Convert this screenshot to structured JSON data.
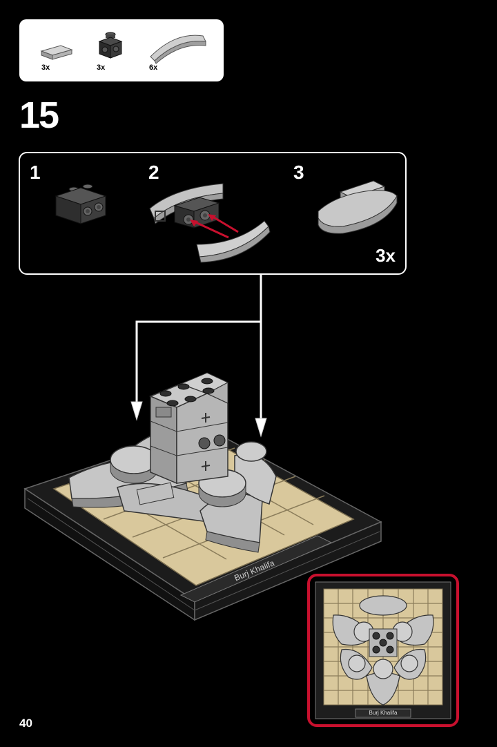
{
  "parts_list": {
    "items": [
      {
        "name": "tile-1x2",
        "qty": "3x",
        "color": "#bcbcbc"
      },
      {
        "name": "brick-1x1-studs-side",
        "qty": "3x",
        "color": "#2a2a2a"
      },
      {
        "name": "arch-curved-slope",
        "qty": "6x",
        "color": "#bcbcbc"
      }
    ]
  },
  "step": {
    "number": "15"
  },
  "sub_assembly": {
    "steps": [
      "1",
      "2",
      "3"
    ],
    "multiplier": "3x"
  },
  "model": {
    "nameplate": "Burj Khalifa",
    "colors": {
      "base": "#1a1a1a",
      "tan": "#d9c89c",
      "grey": "#bdbdbd",
      "dark": "#333333",
      "arrow_red": "#c8102e"
    }
  },
  "inset": {
    "nameplate": "Burj Khalifa"
  },
  "page": {
    "number": "40"
  }
}
